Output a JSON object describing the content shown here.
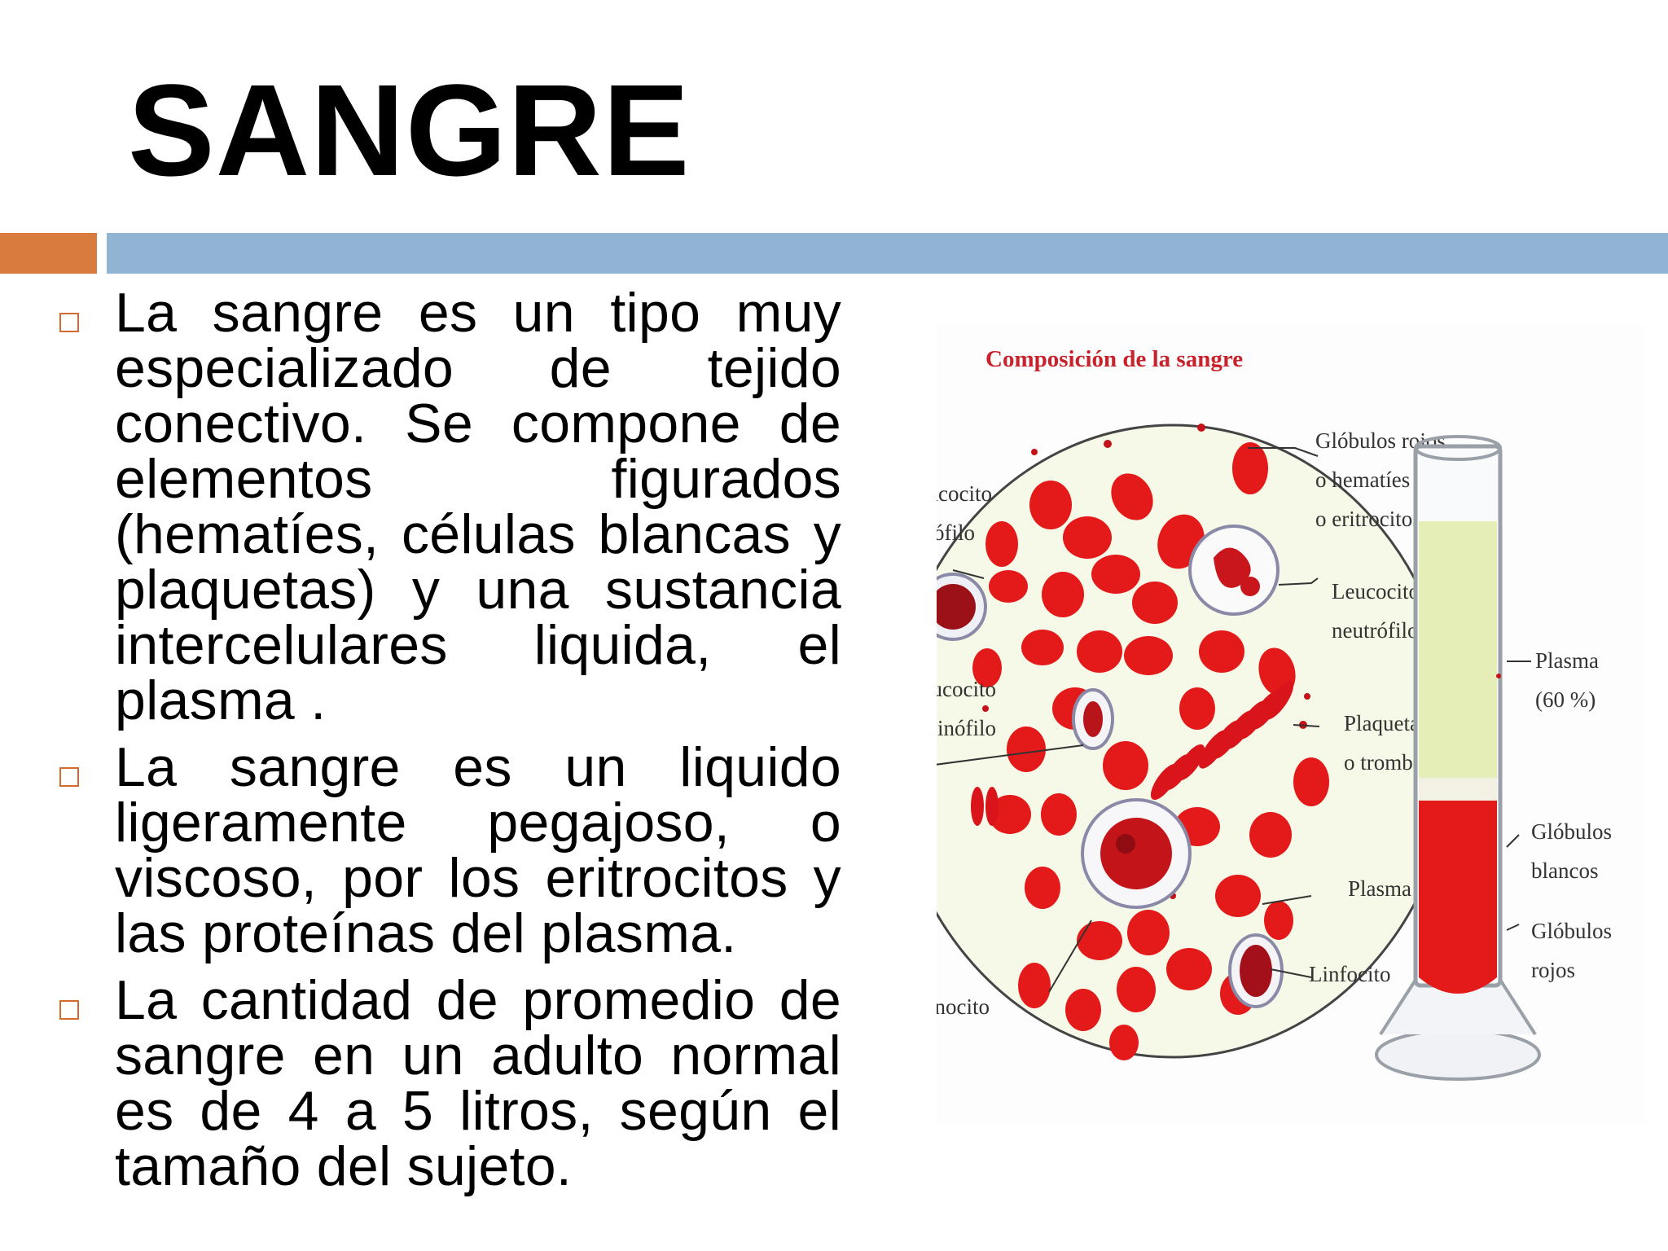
{
  "slide": {
    "title": "SANGRE",
    "colors": {
      "accent": "#d97a3f",
      "rule": "#92b4d4",
      "bullet": "#d36a2e",
      "blood": "#e3191a",
      "plasma": "#e6eeb8"
    },
    "bullets": [
      {
        "text": "La sangre es un tipo muy especializado de tejido conectivo. Se compone de elementos figurados (hematíes, células blancas y plaquetas) y una sustancia intercelulares liquida, el plasma ."
      },
      {
        "text": "La sangre es un liquido ligeramente pegajoso, o viscoso, por los eritrocitos y las proteínas del plasma."
      },
      {
        "text": "La cantidad de promedio de sangre en un adulto normal es de 4 a 5 litros, según el tamaño del sujeto."
      }
    ]
  },
  "figure": {
    "title": "Composición de la sangre",
    "labels": {
      "rbc_1": "Glóbulos rojos",
      "rbc_2": "o hematíes",
      "rbc_3": "o eritrocitos",
      "basophil_1": "Leucocito",
      "basophil_2": "basófilo",
      "neutrophil_1": "Leucocito",
      "neutrophil_2": "neutrófilo",
      "eosinophil_1": "Leucocito",
      "eosinophil_2": "eosinófilo",
      "platelets_1": "Plaquetas",
      "platelets_2": "o trombocitos",
      "plasma_in_circle": "Plasma",
      "lymphocyte": "Linfocito",
      "monocyte": "Monocito",
      "tube_plasma_1": "Plasma",
      "tube_plasma_2": "(60 %)",
      "tube_wbc_1": "Glóbulos",
      "tube_wbc_2": "blancos",
      "tube_rbc_1": "Glóbulos",
      "tube_rbc_2": "rojos"
    }
  }
}
